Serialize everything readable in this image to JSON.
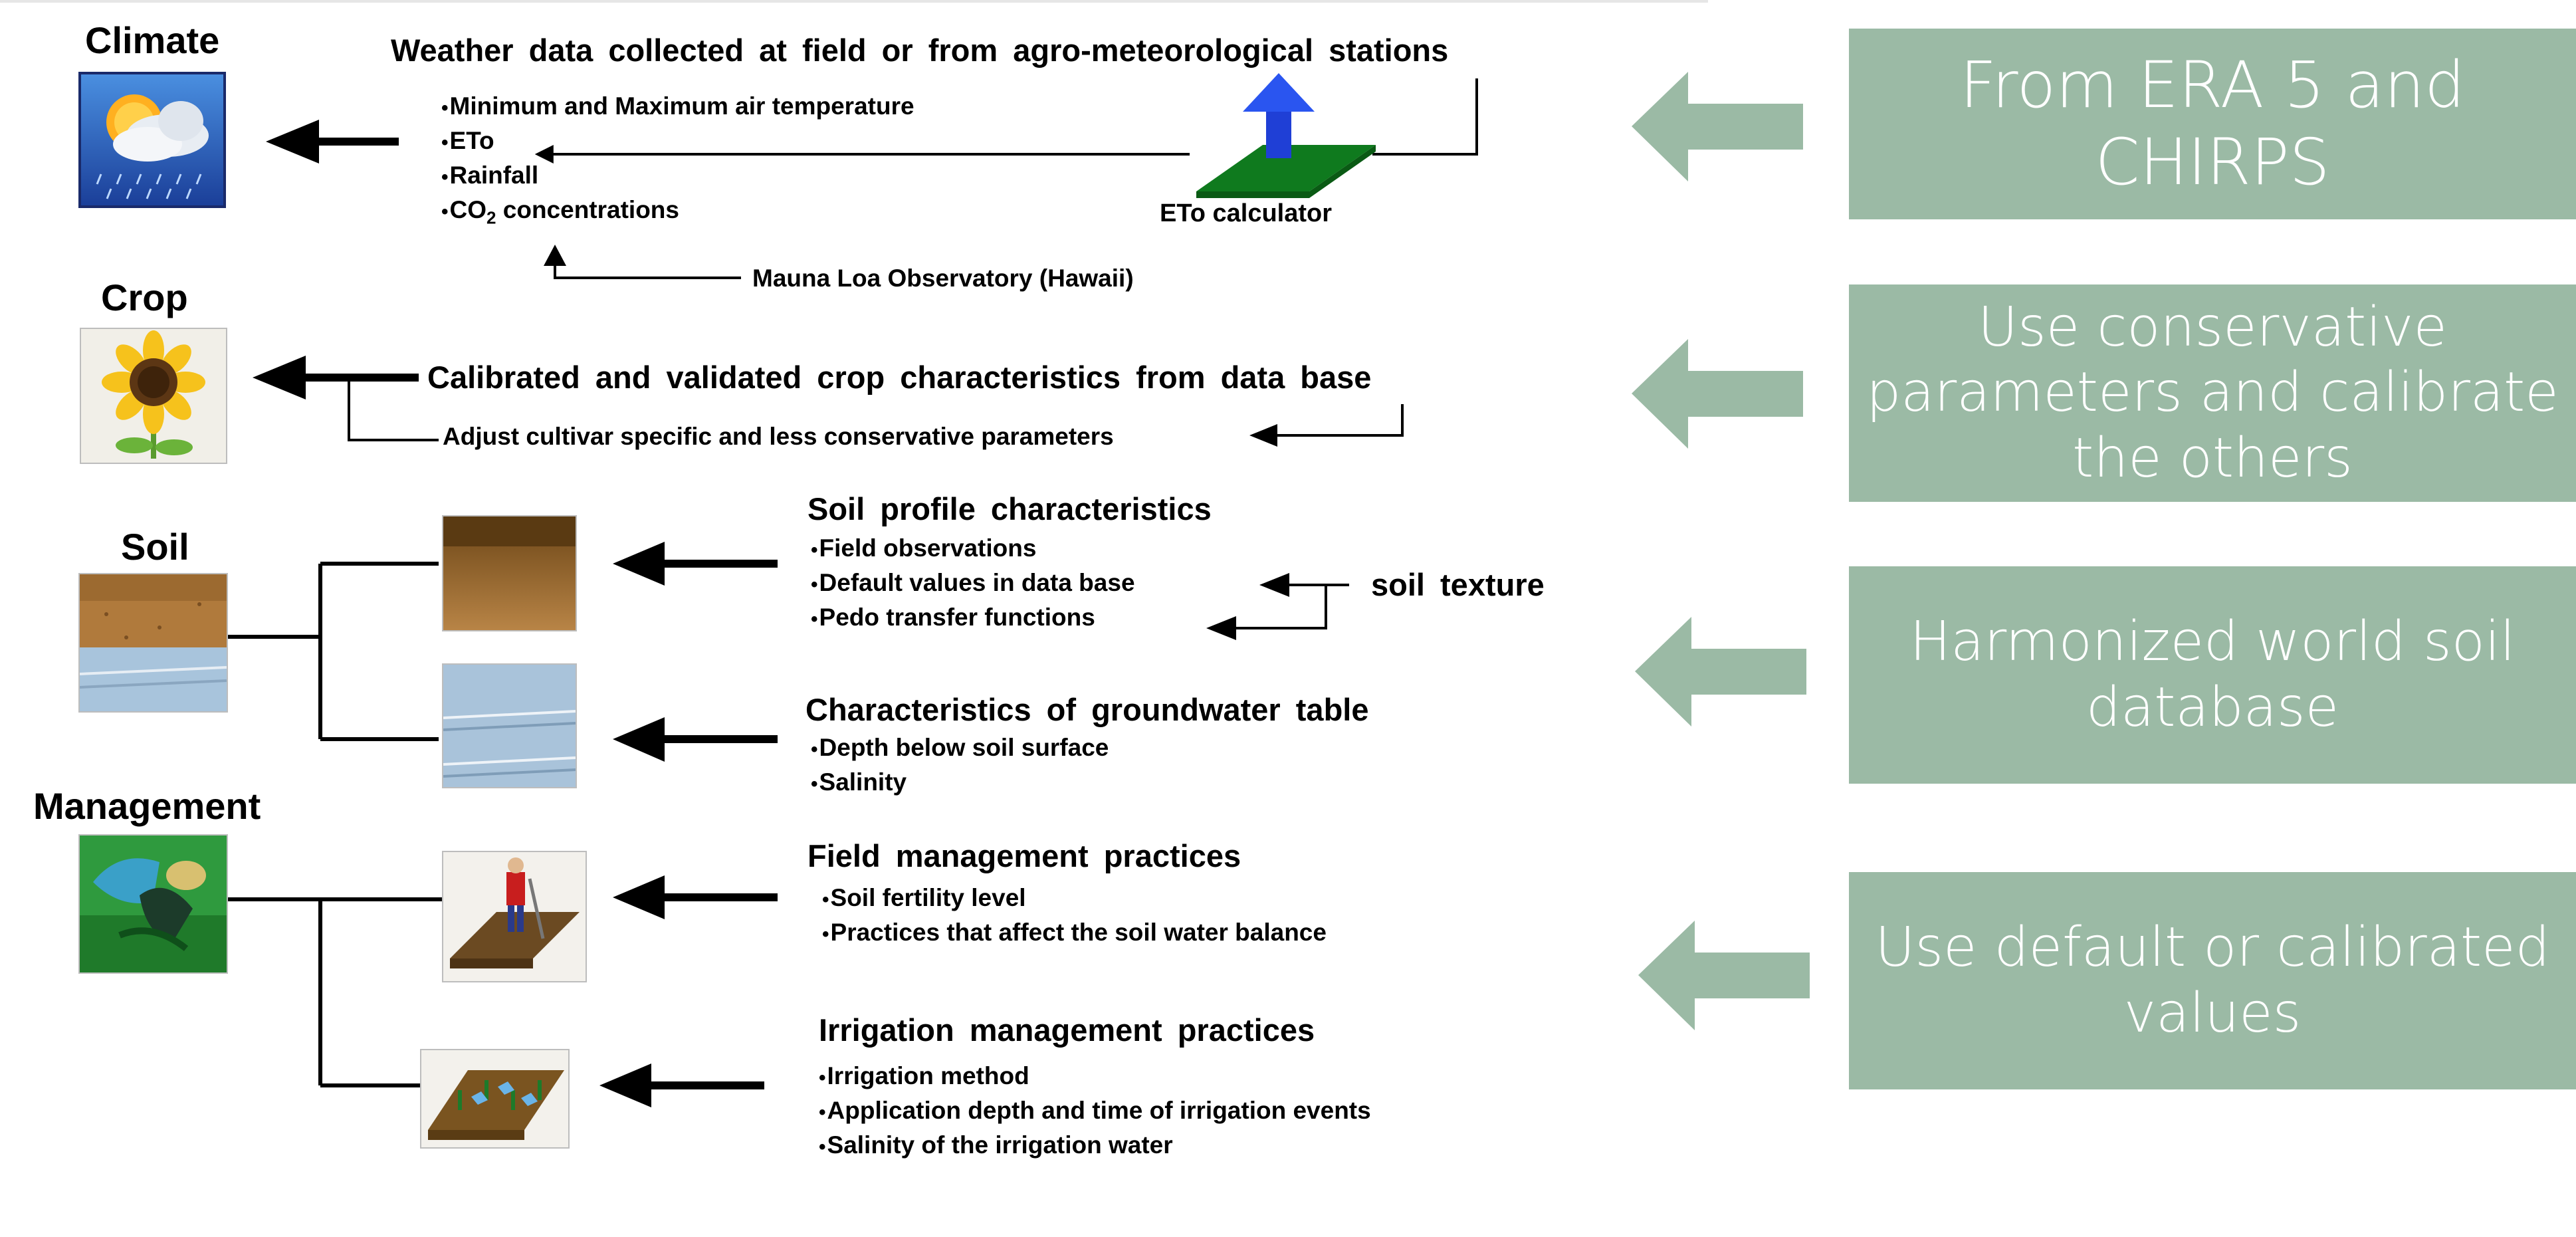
{
  "categories": {
    "climate": "Climate",
    "crop": "Crop",
    "soil": "Soil",
    "management": "Management"
  },
  "climate": {
    "header": "Weather data collected at field or from agro-meteorological stations",
    "items": [
      "Minimum and Maximum air temperature",
      "ETo",
      "Rainfall",
      "CO2 concentrations"
    ],
    "calculator_label": "ETo calculator",
    "observatory": "Mauna Loa Observatory (Hawaii)"
  },
  "crop": {
    "header": "Calibrated and validated crop characteristics from data base",
    "adjust": "Adjust cultivar specific and less conservative parameters"
  },
  "soil": {
    "profile_header": "Soil profile characteristics",
    "profile_items": [
      "Field observations",
      "Default values in data base",
      "Pedo transfer functions"
    ],
    "texture": "soil texture",
    "groundwater_header": "Characteristics of groundwater table",
    "groundwater_items": [
      "Depth below soil surface",
      "Salinity"
    ]
  },
  "management": {
    "field_header": "Field management practices",
    "field_items": [
      "Soil fertility level",
      "Practices that affect the soil water balance"
    ],
    "irrigation_header": "Irrigation management practices",
    "irrigation_items": [
      "Irrigation method",
      "Application depth and time of irrigation events",
      "Salinity of the irrigation water"
    ]
  },
  "panels": [
    [
      "From ERA 5 and",
      "CHIRPS"
    ],
    [
      "Use conservative",
      "parameters and calibrate",
      "the others"
    ],
    [
      "Harmonized world soil",
      "database"
    ],
    [
      "Use  default or calibrated",
      "values"
    ]
  ],
  "colors": {
    "panel": "#9bbaa5",
    "panel_text": "#ffffff"
  }
}
